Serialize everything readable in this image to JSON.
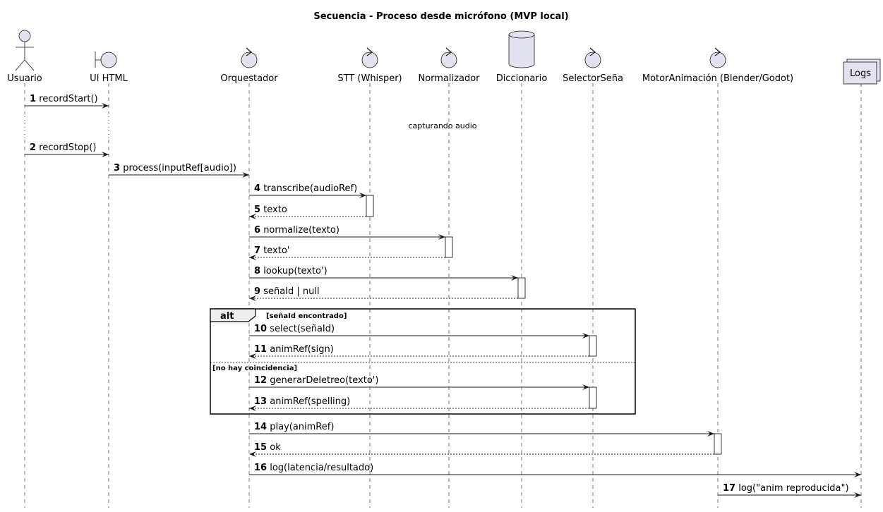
{
  "title": "Secuencia - Proceso desde micrófono (MVP local)",
  "colors": {
    "participant_fill": "#e2e2f0",
    "participant_stroke": "#181818",
    "lifeline": "#181818",
    "fragment_header_fill": "#eeeeee"
  },
  "participants": [
    {
      "id": "usuario",
      "label": "Usuario",
      "kind": "actor-icon"
    },
    {
      "id": "ui",
      "label": "UI HTML",
      "kind": "boundary-icon"
    },
    {
      "id": "orq",
      "label": "Orquestador",
      "kind": "control-icon"
    },
    {
      "id": "stt",
      "label": "STT (Whisper)",
      "kind": "control-icon"
    },
    {
      "id": "norm",
      "label": "Normalizador",
      "kind": "control-icon"
    },
    {
      "id": "dicc",
      "label": "Diccionario",
      "kind": "database-icon"
    },
    {
      "id": "sel",
      "label": "SelectorSeña",
      "kind": "control-icon"
    },
    {
      "id": "motor",
      "label": "MotorAnimación (Blender/Godot)",
      "kind": "control-icon"
    },
    {
      "id": "logs",
      "label": "Logs",
      "kind": "collections-icon"
    }
  ],
  "delay_label": "capturando audio",
  "messages": [
    {
      "n": "1",
      "label": "recordStart()",
      "from": "usuario",
      "to": "ui",
      "type": "sync"
    },
    {
      "n": "2",
      "label": "recordStop()",
      "from": "usuario",
      "to": "ui",
      "type": "sync"
    },
    {
      "n": "3",
      "label": "process(inputRef[audio])",
      "from": "ui",
      "to": "orq",
      "type": "sync"
    },
    {
      "n": "4",
      "label": "transcribe(audioRef)",
      "from": "orq",
      "to": "stt",
      "type": "sync"
    },
    {
      "n": "5",
      "label": "texto",
      "from": "stt",
      "to": "orq",
      "type": "return"
    },
    {
      "n": "6",
      "label": "normalize(texto)",
      "from": "orq",
      "to": "norm",
      "type": "sync"
    },
    {
      "n": "7",
      "label": "texto'",
      "from": "norm",
      "to": "orq",
      "type": "return"
    },
    {
      "n": "8",
      "label": "lookup(texto')",
      "from": "orq",
      "to": "dicc",
      "type": "sync"
    },
    {
      "n": "9",
      "label": "señaId | null",
      "from": "dicc",
      "to": "orq",
      "type": "return"
    },
    {
      "n": "10",
      "label": "select(señaId)",
      "from": "orq",
      "to": "sel",
      "type": "sync"
    },
    {
      "n": "11",
      "label": "animRef(sign)",
      "from": "sel",
      "to": "orq",
      "type": "return"
    },
    {
      "n": "12",
      "label": "generarDeletreo(texto')",
      "from": "orq",
      "to": "sel",
      "type": "sync"
    },
    {
      "n": "13",
      "label": "animRef(spelling)",
      "from": "sel",
      "to": "orq",
      "type": "return"
    },
    {
      "n": "14",
      "label": "play(animRef)",
      "from": "orq",
      "to": "motor",
      "type": "sync"
    },
    {
      "n": "15",
      "label": "ok",
      "from": "motor",
      "to": "orq",
      "type": "return"
    },
    {
      "n": "16",
      "label": "log(latencia/resultado)",
      "from": "orq",
      "to": "logs",
      "type": "sync"
    },
    {
      "n": "17",
      "label": "log(\"anim reproducida\")",
      "from": "motor",
      "to": "logs",
      "type": "sync"
    }
  ],
  "fragment": {
    "operator": "alt",
    "guard1": "[señaId encontrado]",
    "guard2": "[no hay coincidencia]"
  }
}
